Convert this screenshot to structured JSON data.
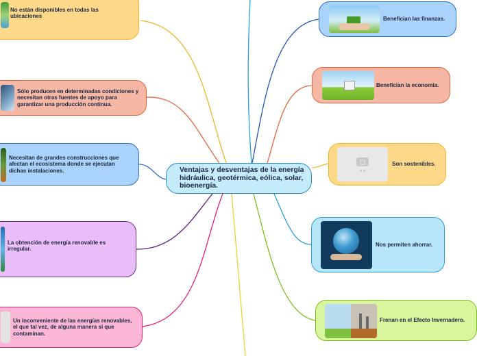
{
  "center": {
    "text": "Ventajas y desventajas de la energía hidráulica, geotérmica, eólica, solar, bioenergía."
  },
  "left_nodes": [
    {
      "text": "No están disponibles en todas las ubicaciones",
      "color": "#ffd98a",
      "border": "#f0b429",
      "line": "#f0b429"
    },
    {
      "text": "Sólo producen en determinadas condiciones y necesitan otras fuentes de apoyo para garantizar una producción continua.",
      "color": "#f6b8a4",
      "border": "#e0653d",
      "line": "#e0653d"
    },
    {
      "text": "Necesitan de grandes construcciones que afectan el ecosistema donde se ejecutan dichas instalaciones.",
      "color": "#a9d3fb",
      "border": "#2f6fc6",
      "line": "#2f6fc6"
    },
    {
      "text": "La obtención de energía renovable es irregular.",
      "color": "#e9bdf8",
      "border": "#6a2c8e",
      "line": "#5a1f80"
    },
    {
      "text": "Un inconveniente de las energías renovables, el que tal vez, de alguna manera si que contaminan.",
      "color": "#fdb7d6",
      "border": "#e61f7a",
      "line": "#e61f7a"
    }
  ],
  "right_nodes": [
    {
      "text": "Benefician las finanzas.",
      "color": "#a9d3fb",
      "border": "#2f6fc6",
      "line": "#1f56b2"
    },
    {
      "text": "Benefician la economía.",
      "color": "#f6b8a4",
      "border": "#e0653d",
      "line": "#e0653d"
    },
    {
      "text": "Son sostenibles.",
      "color": "#ffd98a",
      "border": "#f0b429",
      "line": "#f0b429"
    },
    {
      "text": "Nos permiten ahorrar.",
      "color": "#b7e6fa",
      "border": "#2b9fd6",
      "line": "#2b9fd6"
    },
    {
      "text": "Frenan en el Efecto Invernadero.",
      "color": "#d9f59e",
      "border": "#7fbf1f",
      "line": "#7fbf1f"
    }
  ],
  "extra_lines": {
    "top": "#2b9fd6",
    "bottom": "#f0d02a"
  },
  "icons": {
    "right_1": "hands-holding-green-house-image",
    "right_2": "house-on-green-field-image",
    "right_3": "photo-placeholder-icon",
    "right_4": "earth-in-hands-image",
    "right_5": "wind-turbines-and-factory-image",
    "left_1": "green-energy-image",
    "left_2": "dam-image",
    "left_3": "forest-image",
    "left_4": "earth-image",
    "left_5": "gray-image"
  }
}
